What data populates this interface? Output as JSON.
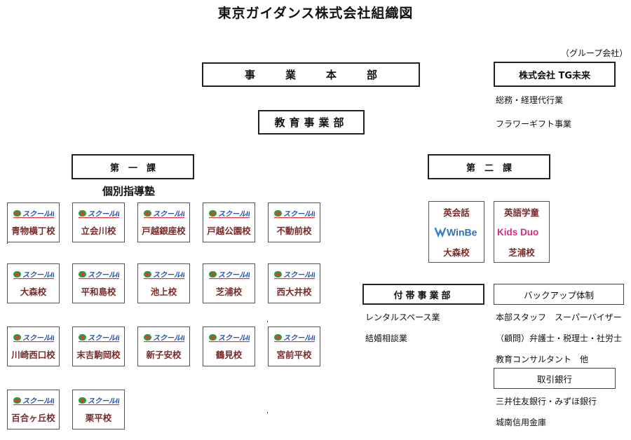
{
  "title": "東京ガイダンス株式会社組織図",
  "group_label": "（グループ会社）",
  "headquarters": "事　業　本　部",
  "education_division": "教育事業部",
  "section1": "第　一　課",
  "section2": "第　二　課",
  "kobetsu_label": "個別指導塾",
  "group_company": "株式会社 TG未来",
  "group_services": [
    "総務・経理代行業",
    "フラワーギフト事業"
  ],
  "school_logo_text": "スクールIE",
  "schools": [
    "青物横丁校",
    "立会川校",
    "戸越銀座校",
    "戸越公園校",
    "不動前校",
    "大森校",
    "平和島校",
    "池上校",
    "芝浦校",
    "西大井校",
    "川崎西口校",
    "末吉駒岡校",
    "新子安校",
    "鶴見校",
    "宮前平校",
    "百合ヶ丘校",
    "栗平校"
  ],
  "english_schools": [
    {
      "category": "英会話",
      "brand": "WinBe",
      "school": "大森校"
    },
    {
      "category": "英語学童",
      "brand": "Kids Duo",
      "school": "芝浦校"
    }
  ],
  "ancillary_division": "付帯事業部",
  "ancillary_services": [
    "レンタルスペース業",
    "結婚相談業"
  ],
  "backup": "バックアップ体制",
  "backup_items": [
    "本部スタッフ　スーパーバイザー",
    "（顧問）弁護士・税理士・社労士",
    "教育コンサルタント　他"
  ],
  "banks_title": "取引銀行",
  "banks": [
    "三井住友銀行・みずほ銀行",
    "城南信用金庫"
  ]
}
